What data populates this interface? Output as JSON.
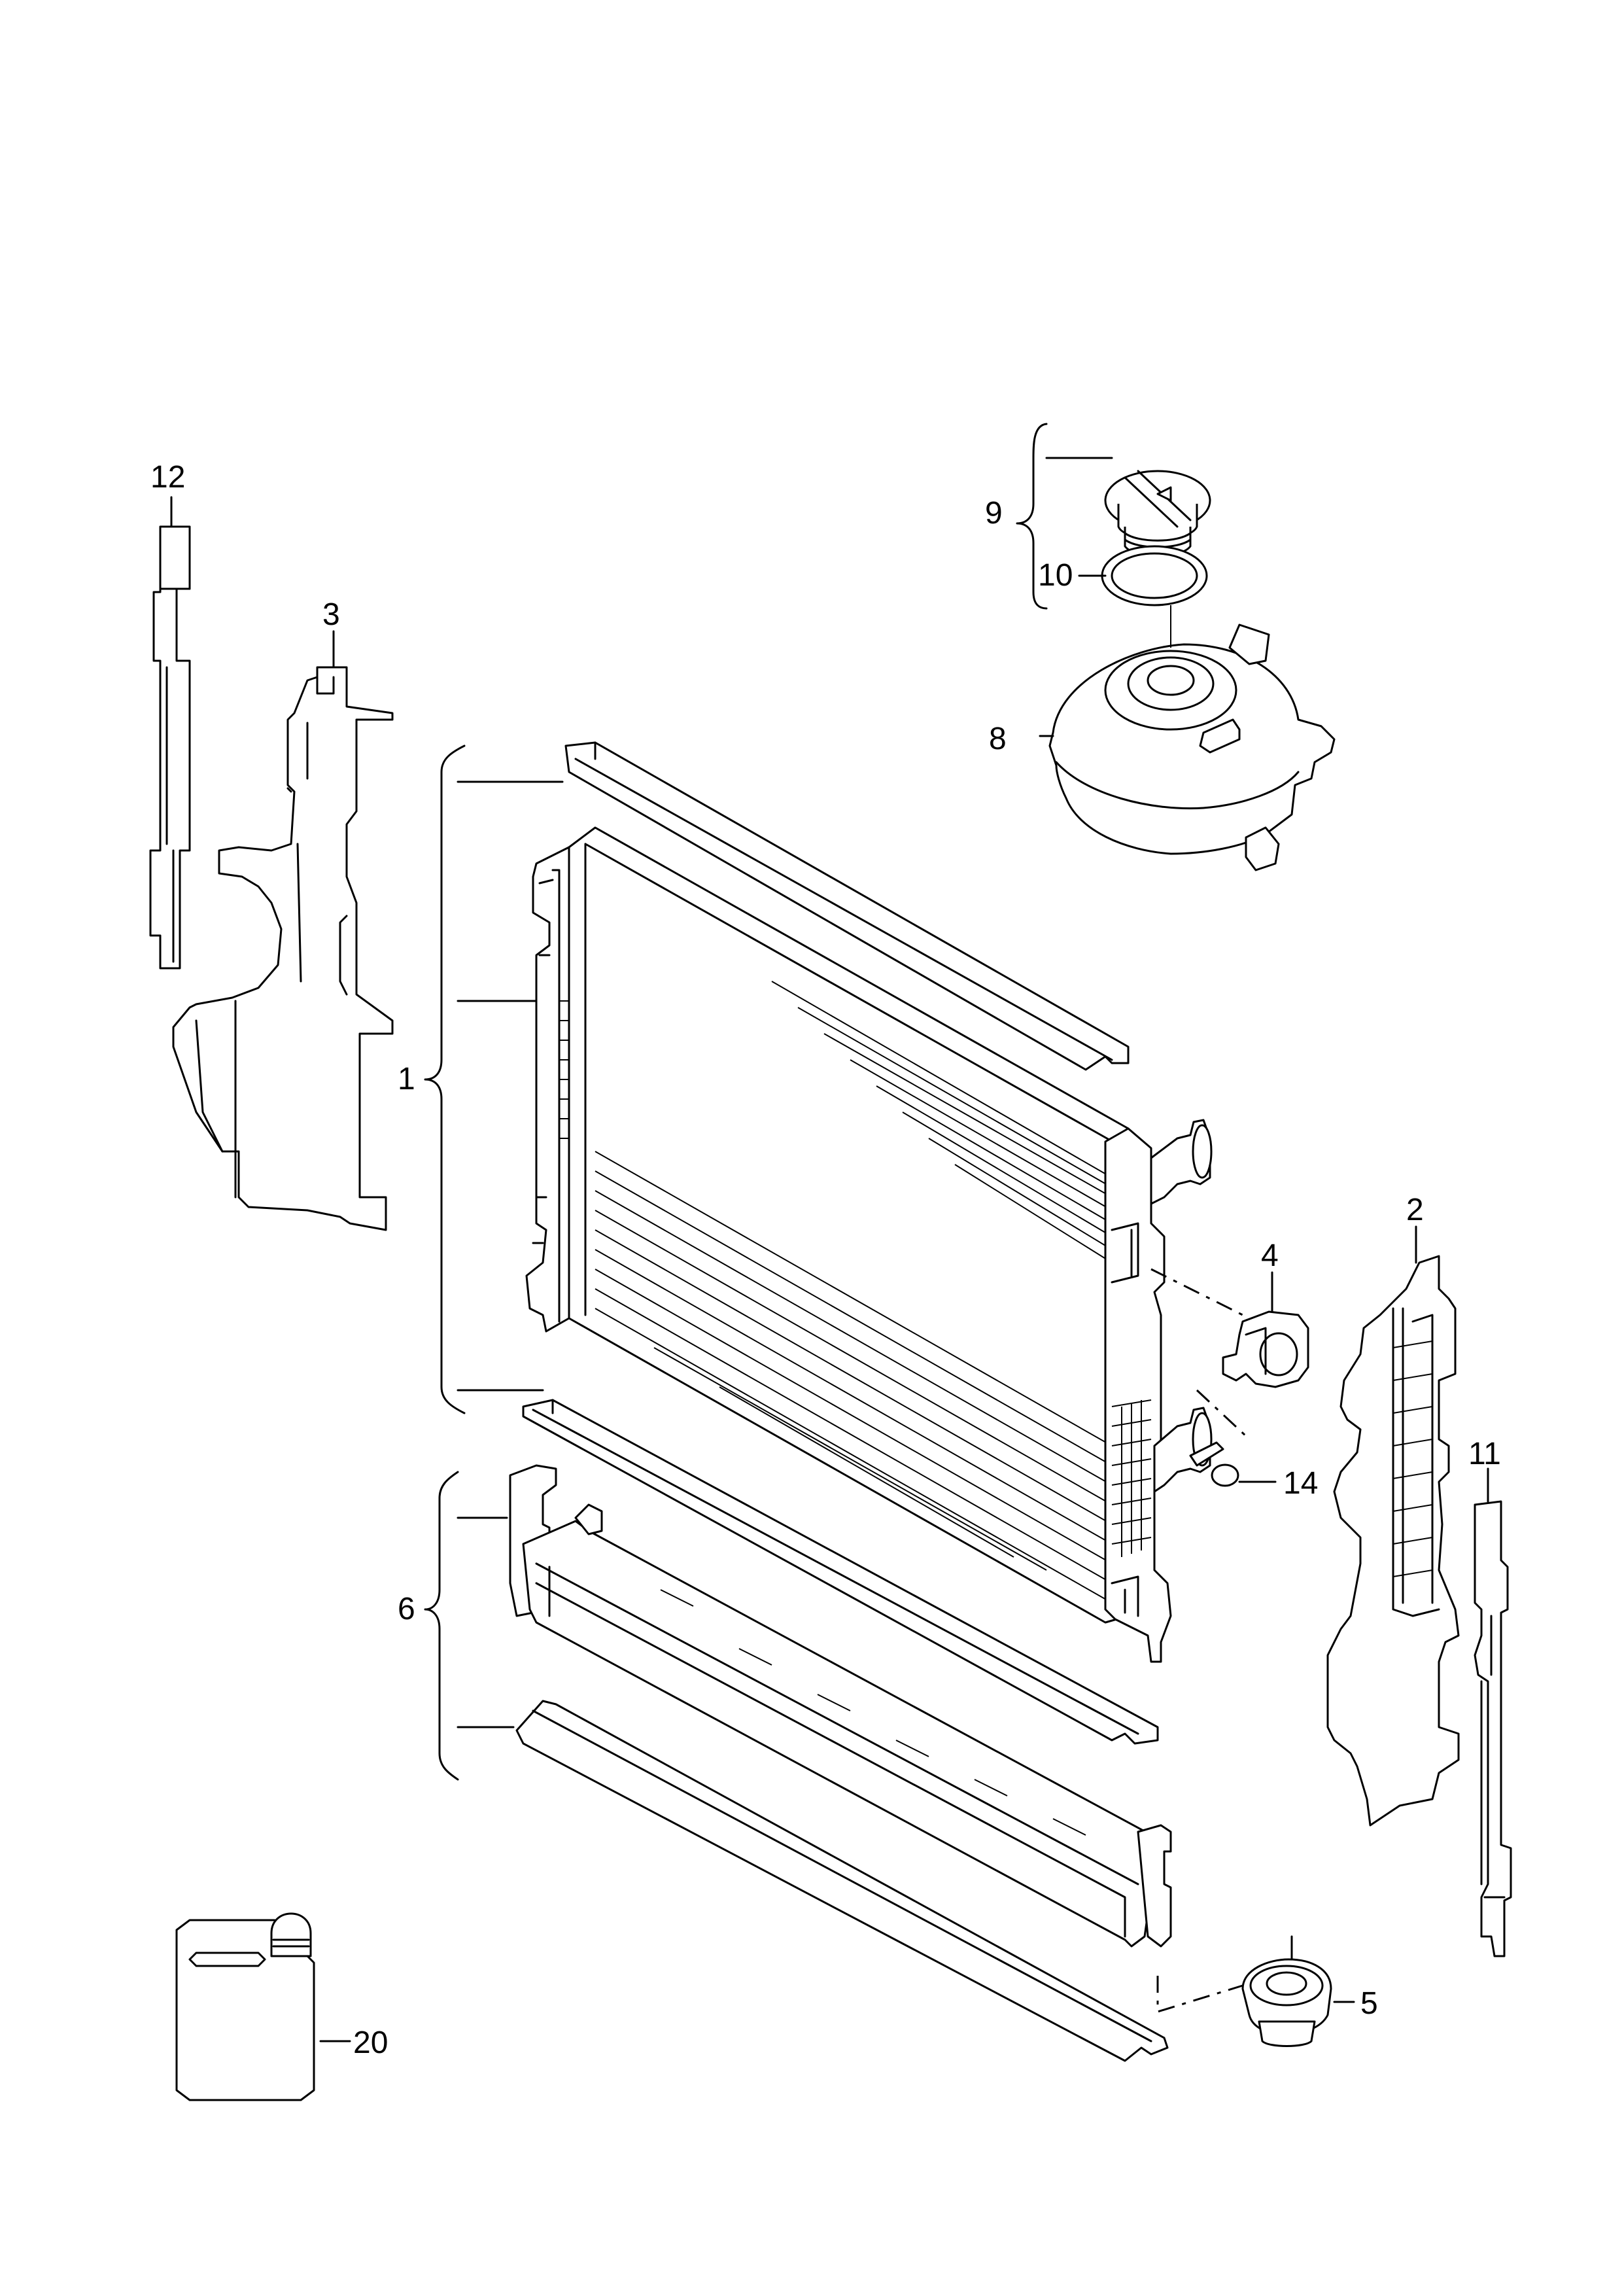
{
  "callouts": {
    "c1": "1",
    "c2": "2",
    "c3": "3",
    "c4": "4",
    "c5": "5",
    "c6": "6",
    "c8": "8",
    "c9": "9",
    "c10": "10",
    "c11": "11",
    "c12": "12",
    "c14": "14",
    "c20": "20"
  }
}
